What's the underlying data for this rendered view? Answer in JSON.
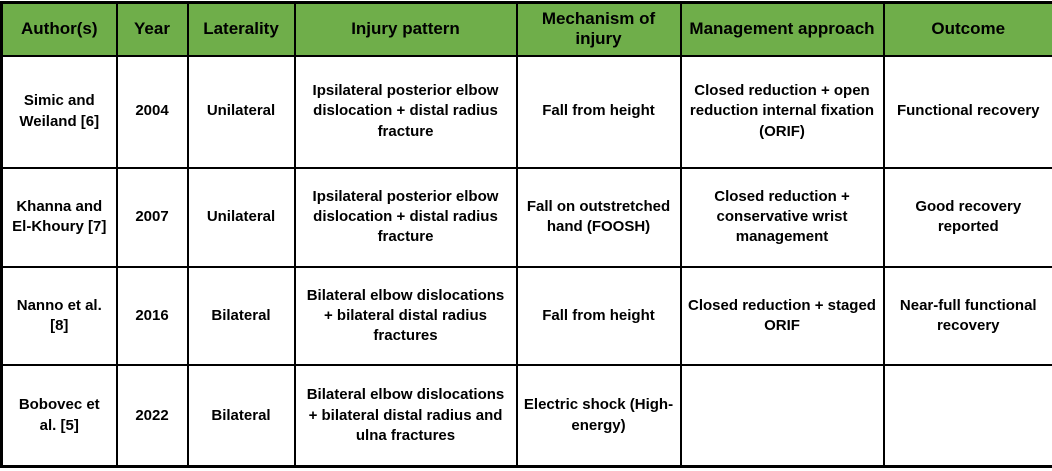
{
  "table": {
    "title_semantic": "Summary of reported cases of elbow dislocation with distal radius fracture",
    "header_bg": "#6FAE4A",
    "border_color": "#000000",
    "columns": [
      "Author(s)",
      "Year",
      "Laterality",
      "Injury pattern",
      "Mechanism of injury",
      "Management approach",
      "Outcome"
    ],
    "rows": [
      {
        "author": "Simic and Weiland [6]",
        "year": "2004",
        "laterality": "Unilateral",
        "injury_pattern": "Ipsilateral posterior elbow dislocation + distal radius fracture",
        "mechanism": "Fall from height",
        "management": "Closed reduction + open reduction internal fixation (ORIF)",
        "outcome": "Functional recovery"
      },
      {
        "author": "Khanna and El-Khoury [7]",
        "year": "2007",
        "laterality": "Unilateral",
        "injury_pattern": "Ipsilateral posterior elbow dislocation + distal radius fracture",
        "mechanism": "Fall on outstretched hand (FOOSH)",
        "management": "Closed reduction + conservative wrist management",
        "outcome": "Good recovery reported"
      },
      {
        "author": "Nanno et al. [8]",
        "year": "2016",
        "laterality": "Bilateral",
        "injury_pattern": "Bilateral elbow dislocations + bilateral distal radius fractures",
        "mechanism": "Fall from height",
        "management": "Closed reduction + staged ORIF",
        "outcome": "Near-full functional recovery"
      },
      {
        "author": "Bobovec et al. [5]",
        "year": "2022",
        "laterality": "Bilateral",
        "injury_pattern": "Bilateral elbow dislocations + bilateral distal radius and ulna fractures",
        "mechanism": "Electric shock (High-energy)",
        "management": "",
        "outcome": ""
      }
    ]
  }
}
